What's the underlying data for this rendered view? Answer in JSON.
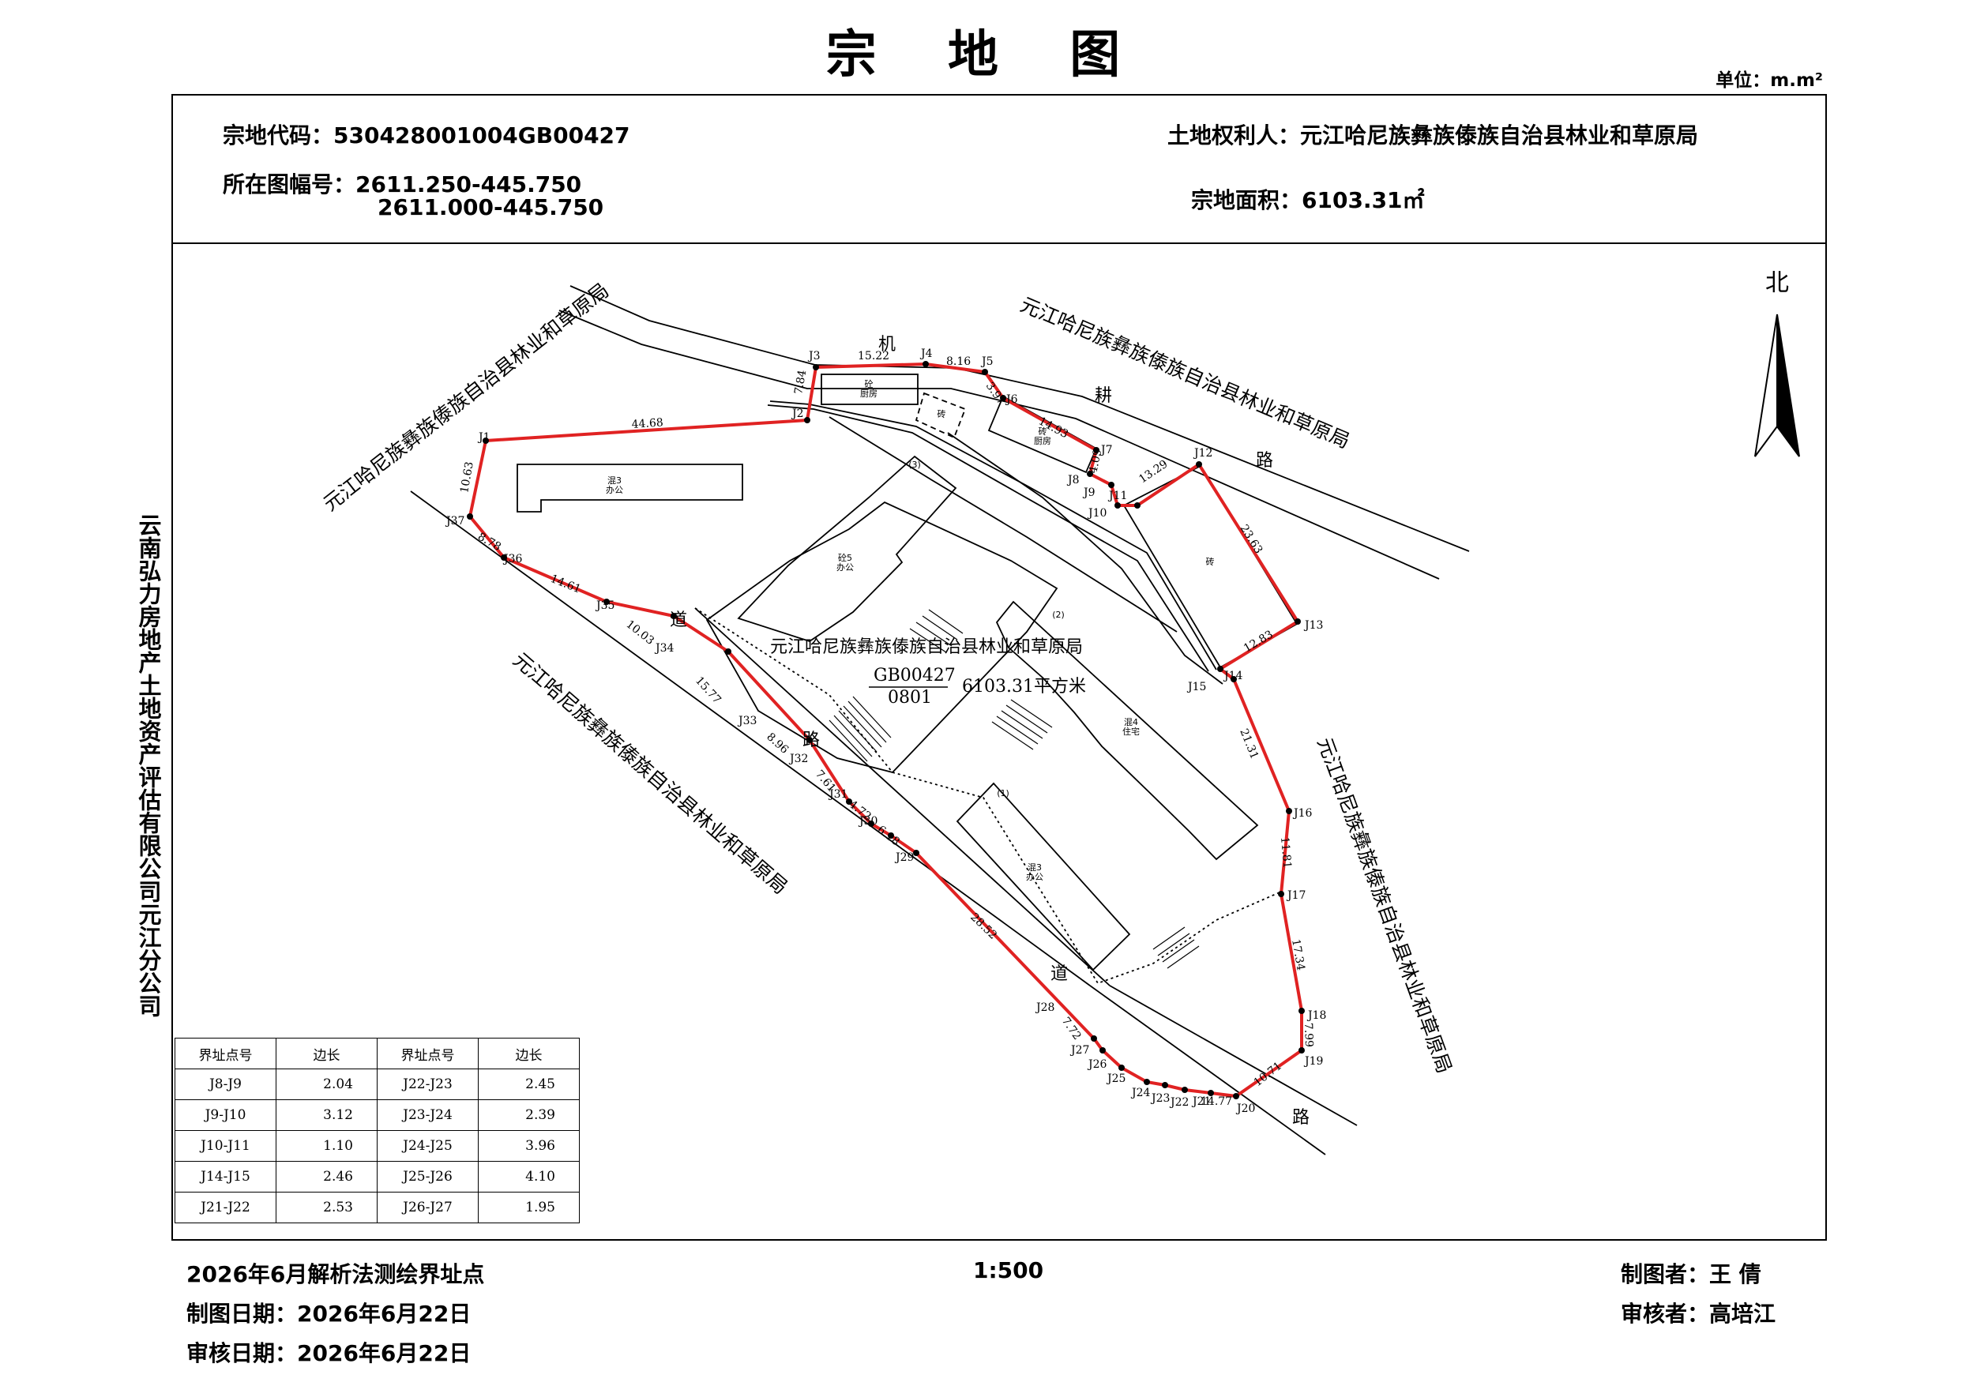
{
  "title": "宗 地 图",
  "unit": "单位：m.m²",
  "header": {
    "parcel_code": "宗地代码：530428001004GB00427",
    "sheet_no_label": "所在图幅号：2611.250-445.750",
    "sheet_no_2": "2611.000-445.750",
    "owner": "土地权利人：元江哈尼族彝族傣族自治县林业和草原局",
    "area": "宗地面积：6103.31㎡"
  },
  "side_company": "云南弘力房地产土地资产评估有限公司元江分公司",
  "map": {
    "north": "北",
    "neighbors": {
      "top_right": "元江哈尼族彝族傣族自治县林业和草原局",
      "top_left": "元江哈尼族彝族傣族自治县林业和草原局",
      "bottom_left": "元江哈尼族彝族傣族自治县林业和草原局",
      "right": "元江哈尼族彝族傣族自治县林业和草原局"
    },
    "road_chars": {
      "ji": "机",
      "geng": "耕",
      "lu1": "路",
      "dao1": "道",
      "lu2": "路",
      "dao2": "道",
      "lu3": "路"
    },
    "center": {
      "owner": "元江哈尼族彝族傣族自治县林业和草原局",
      "code": "GB00427",
      "landuse": "0801",
      "area": "6103.31平方米"
    },
    "buildings": {
      "b1": "混3\n办公",
      "b2": "砼5\n办公",
      "b3": "混4\n住宅",
      "b4": "混3\n办公",
      "b5": "砼\n厨房",
      "b6": "砖\n厨房",
      "b7": "砖",
      "b8": "砖",
      "n1": "(1)",
      "n2": "(2)",
      "n3": "(3)"
    },
    "points": [
      {
        "label": "J1"
      },
      {
        "label": "J2"
      },
      {
        "label": "J3"
      },
      {
        "label": "J4"
      },
      {
        "label": "J5"
      },
      {
        "label": "J6"
      },
      {
        "label": "J7"
      },
      {
        "label": "J8"
      },
      {
        "label": "J9"
      },
      {
        "label": "J10"
      },
      {
        "label": "J11"
      },
      {
        "label": "J12"
      },
      {
        "label": "J13"
      },
      {
        "label": "J14"
      },
      {
        "label": "J15"
      },
      {
        "label": "J16"
      },
      {
        "label": "J17"
      },
      {
        "label": "J18"
      },
      {
        "label": "J19"
      },
      {
        "label": "J20"
      },
      {
        "label": "J21"
      },
      {
        "label": "J22"
      },
      {
        "label": "J23"
      },
      {
        "label": "J24"
      },
      {
        "label": "J25"
      },
      {
        "label": "J26"
      },
      {
        "label": "J27"
      },
      {
        "label": "J28"
      },
      {
        "label": "J29"
      },
      {
        "label": "J30"
      },
      {
        "label": "J31"
      },
      {
        "label": "J32"
      },
      {
        "label": "J33"
      },
      {
        "label": "J34"
      },
      {
        "label": "J35"
      },
      {
        "label": "J36"
      },
      {
        "label": "J37"
      }
    ],
    "edges": [
      {
        "label": "44.68"
      },
      {
        "label": "7.84"
      },
      {
        "label": "15.22"
      },
      {
        "label": "8.16"
      },
      {
        "label": "3.97"
      },
      {
        "label": "14.93"
      },
      {
        "label": "13.29"
      },
      {
        "label": "23.63"
      },
      {
        "label": "12.83"
      },
      {
        "label": "21.31"
      },
      {
        "label": "11.81"
      },
      {
        "label": "17.34"
      },
      {
        "label": "7.99"
      },
      {
        "label": "10.71"
      },
      {
        "label": "14.77"
      },
      {
        "label": "7.72"
      },
      {
        "label": "28.52"
      },
      {
        "label": "6.18"
      },
      {
        "label": "4.72"
      },
      {
        "label": "7.61"
      },
      {
        "label": "8.96"
      },
      {
        "label": "15.77"
      },
      {
        "label": "10.03"
      },
      {
        "label": "14.61"
      },
      {
        "label": "8.78"
      },
      {
        "label": "10.63"
      },
      {
        "label": "4.09"
      }
    ]
  },
  "table": {
    "headers": [
      "界址点号",
      "边长",
      "界址点号",
      "边长"
    ],
    "rows": [
      [
        "J8-J9",
        "2.04",
        "J22-J23",
        "2.45"
      ],
      [
        "J9-J10",
        "3.12",
        "J23-J24",
        "2.39"
      ],
      [
        "J10-J11",
        "1.10",
        "J24-J25",
        "3.96"
      ],
      [
        "J14-J15",
        "2.46",
        "J25-J26",
        "4.10"
      ],
      [
        "J21-J22",
        "2.53",
        "J26-J27",
        "1.95"
      ]
    ]
  },
  "footer": {
    "method": "2026年6月解析法测绘界址点",
    "scale": "1:500",
    "draw_date": "制图日期：2026年6月22日",
    "check_date": "审核日期：2026年6月22日",
    "drafter": "制图者：王  倩",
    "checker": "审核者：高培江"
  }
}
